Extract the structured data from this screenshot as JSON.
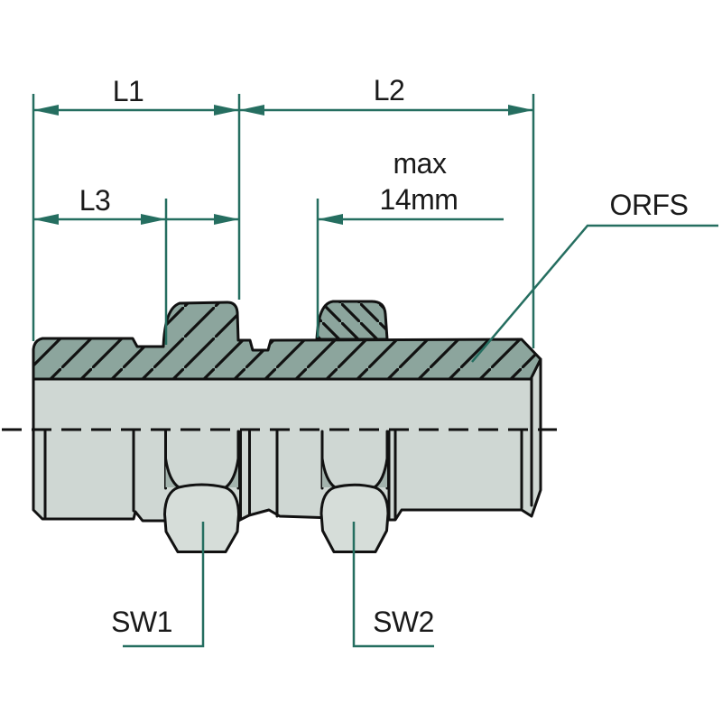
{
  "diagram": {
    "type": "technical-drawing",
    "subject": "bulkhead hydraulic fitting side view with dimension callouts",
    "dimension_labels": {
      "l1": "L1",
      "l2": "L2",
      "l3": "L3",
      "max_top": "max",
      "max_bottom": "14mm"
    },
    "callout_labels": {
      "orfs": "ORFS",
      "sw1": "SW1",
      "sw2": "SW2"
    },
    "colors": {
      "dimension_teal": "#256e60",
      "body_fill": "#cfd7d3",
      "section_fill": "#8ca59d",
      "lobe_fill": "#d6ddd9",
      "shadow_fill": "#a3b3ad",
      "outline": "#111111",
      "background": "#ffffff",
      "text": "#1a1a1a"
    }
  }
}
